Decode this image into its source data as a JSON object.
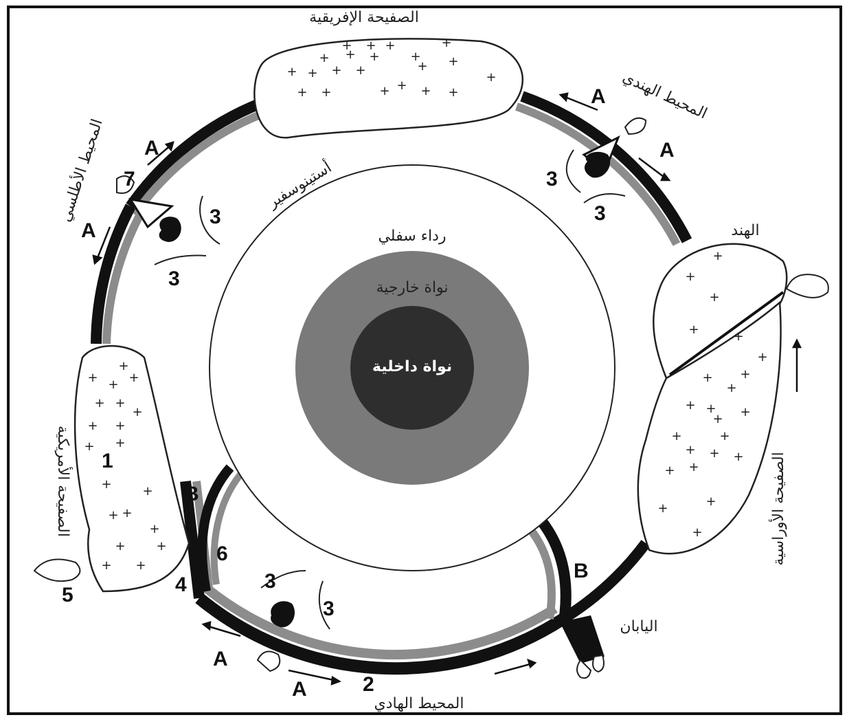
{
  "labels": {
    "african_plate": "الصفيحة الإفريقية",
    "indian_ocean": "المحيط الهندي",
    "atlantic_ocean": "المحيط الأطلسي",
    "asthenosphere": "أستينوسفير",
    "lower_mantle": "رداء سفلي",
    "outer_core": "نواة خارجية",
    "inner_core": "نواة داخلية",
    "india": "الهند",
    "american_plate": "الصفيحة الأمريكية",
    "eurasian_plate": "الصفيحة الأوراسية",
    "japan": "اليابان",
    "pacific_ocean": "المحيط الهادي"
  },
  "markers": {
    "A": "A",
    "B": "B",
    "n1": "1",
    "n2": "2",
    "n3": "3",
    "n4": "4",
    "n5": "5",
    "n6": "6",
    "n7": "7"
  },
  "plus_sign": "+",
  "colors": {
    "lithosphere_black": "#111111",
    "asthenosphere_gray": "#8c8c8c",
    "outer_core": "#7a7a7a",
    "inner_core": "#2e2e2e",
    "background": "#ffffff"
  }
}
